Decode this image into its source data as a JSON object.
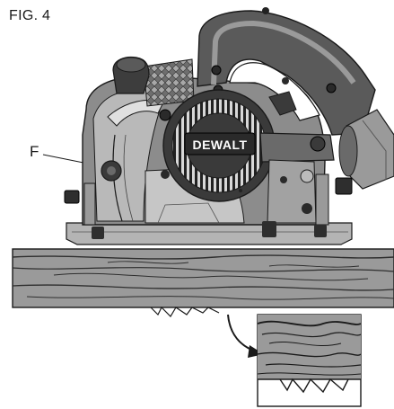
{
  "figure": {
    "label": "FIG. 4",
    "callout_f": "F",
    "brand": "DEWALT"
  },
  "colors": {
    "saw_body": "#8c8c8c",
    "saw_dark": "#3d3d3d",
    "saw_light": "#c8c8c8",
    "wood": "#9a9a9a",
    "wood_grain": "#2e2e2e",
    "line": "#1a1a1a"
  },
  "icons": {
    "arrow": "curved-arrow-icon",
    "knob": "depth-lock-knob"
  }
}
